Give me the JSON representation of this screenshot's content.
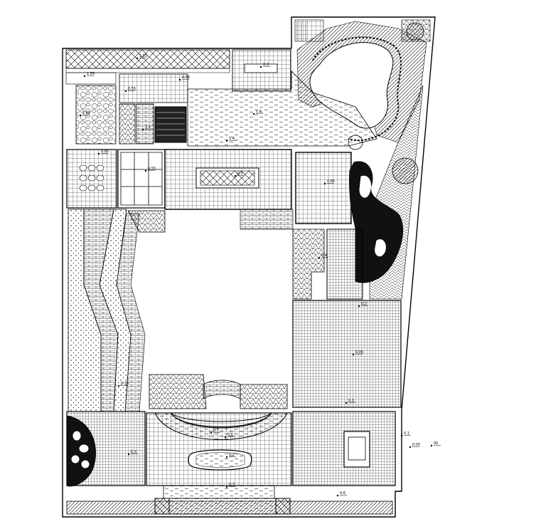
{
  "colors": {
    "ink": "#000000",
    "paper": "#ffffff"
  },
  "zones": [
    {
      "id": "z-1-55",
      "label": "1.55"
    },
    {
      "id": "z-1-85-top",
      "label": "1.85"
    },
    {
      "id": "z-1-85",
      "label": "1.85"
    },
    {
      "id": "z-0-55a",
      "label": "0.55"
    },
    {
      "id": "z-0-55b",
      "label": "0.55"
    },
    {
      "id": "z-0-85a",
      "label": "0.85"
    },
    {
      "id": "z-1-3",
      "label": "1.3"
    },
    {
      "id": "z-1-6",
      "label": "1.6"
    },
    {
      "id": "z-1-4",
      "label": "1.4"
    },
    {
      "id": "z-2-2",
      "label": "2.2"
    },
    {
      "id": "z-0-5a",
      "label": "0.5"
    },
    {
      "id": "z-0-55c",
      "label": "0.55"
    },
    {
      "id": "z-0-4",
      "label": "0.4"
    },
    {
      "id": "z-0-85b",
      "label": "0.85"
    },
    {
      "id": "z-0-2",
      "label": "0.2"
    },
    {
      "id": "z-0-05",
      "label": "0.05"
    },
    {
      "id": "z-0-3a",
      "label": "0.3"
    },
    {
      "id": "z-0-1",
      "label": "0.1"
    },
    {
      "id": "z-0-05b",
      "label": "0.05"
    },
    {
      "id": "z-00",
      "label": "00"
    },
    {
      "id": "z-0-7",
      "label": "0.7"
    },
    {
      "id": "z-0-5b",
      "label": "0.5"
    },
    {
      "id": "z-0-3b",
      "label": "0.3"
    },
    {
      "id": "z-0-2b",
      "label": "0.2"
    },
    {
      "id": "z-0-3c",
      "label": "0.3"
    },
    {
      "id": "z-0-6",
      "label": "0.6"
    },
    {
      "id": "z-0-35",
      "label": "0.35"
    }
  ]
}
